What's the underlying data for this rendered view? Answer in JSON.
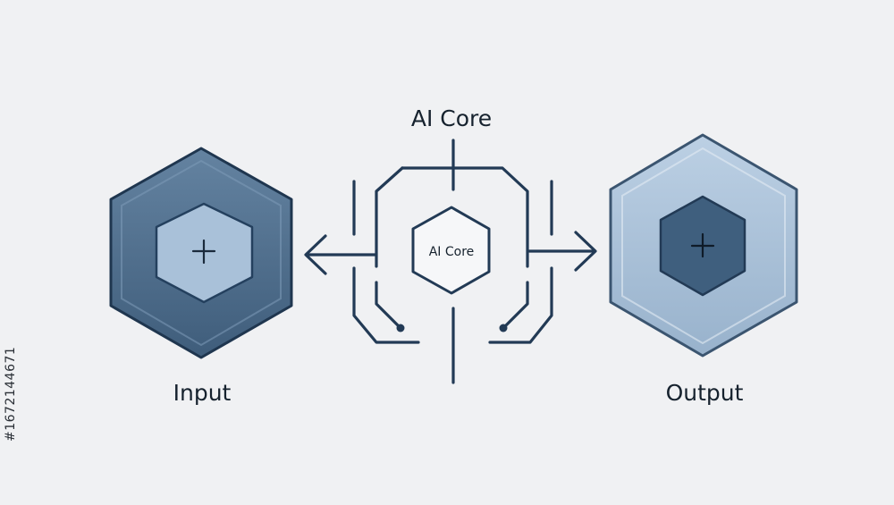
{
  "labels": {
    "core_title": "AI Core",
    "core_inner": "AI Core",
    "input": "Input",
    "output": "Output"
  },
  "watermark_id": "#1672144671",
  "icons": {
    "input": "plus-icon",
    "output": "plus-icon"
  },
  "colors": {
    "background": "#f0f1f3",
    "input_hex_fill": "#4f6f8e",
    "input_inner_fill": "#a9c1d9",
    "output_hex_fill": "#a9c1d9",
    "output_inner_fill": "#3f5f7e",
    "stroke": "#223a55"
  }
}
